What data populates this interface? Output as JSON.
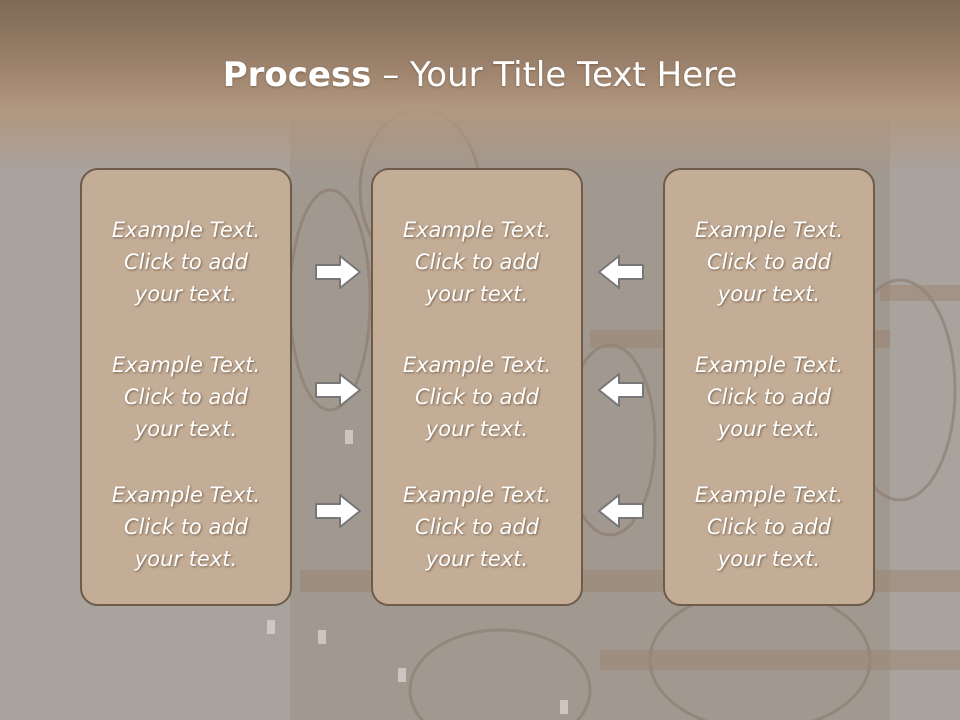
{
  "title": {
    "bold": "Process",
    "rest": " – Your Title Text Here"
  },
  "columns": [
    {
      "items": [
        [
          "Example Text.",
          "Click  to add",
          "your text."
        ],
        [
          "Example Text.",
          "Click  to add",
          "your text."
        ],
        [
          "Example Text.",
          "Click  to add",
          "your text."
        ]
      ]
    },
    {
      "items": [
        [
          "Example Text.",
          "Click  to add",
          "your text."
        ],
        [
          "Example Text.",
          "Click  to add",
          "your text."
        ],
        [
          "Example Text.",
          "Click  to add",
          "your text."
        ]
      ]
    },
    {
      "items": [
        [
          "Example Text.",
          "Click  to add",
          "your text."
        ],
        [
          "Example Text.",
          "Click  to add",
          "your text."
        ],
        [
          "Example Text.",
          "Click  to add",
          "your text."
        ]
      ]
    }
  ],
  "arrows": {
    "left_group": [
      "arrow-right-icon",
      "arrow-right-icon",
      "arrow-right-icon"
    ],
    "right_group": [
      "arrow-left-icon",
      "arrow-left-icon",
      "arrow-left-icon"
    ]
  },
  "colors": {
    "header": "#9a806a",
    "box_fill": "#c3ad97",
    "box_border": "#6e5b49",
    "text": "#ffffff",
    "arrow_fill": "#ffffff",
    "arrow_stroke": "#777777"
  }
}
